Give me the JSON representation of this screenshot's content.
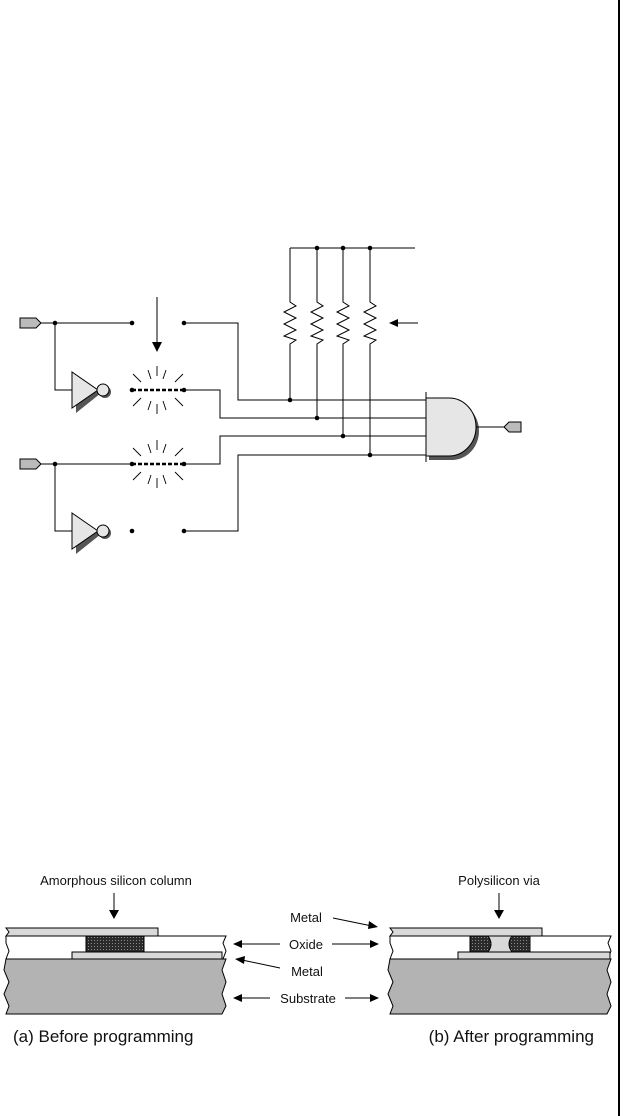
{
  "cross_section": {
    "labels": {
      "amorphous_column": "Amorphous silicon column",
      "polysilicon_via": "Polysilicon via",
      "metal_top": "Metal",
      "oxide": "Oxide",
      "metal_bottom": "Metal",
      "substrate": "Substrate"
    },
    "captions": {
      "before": "(a) Before programming",
      "after": "(b) After programming"
    },
    "colors": {
      "metal": "#d9d9d9",
      "substrate": "#b3b3b3",
      "column": "#404040"
    }
  },
  "circuit": {
    "colors": {
      "gate_fill": "#e6e6e6",
      "gate_shadow": "#555555"
    }
  }
}
